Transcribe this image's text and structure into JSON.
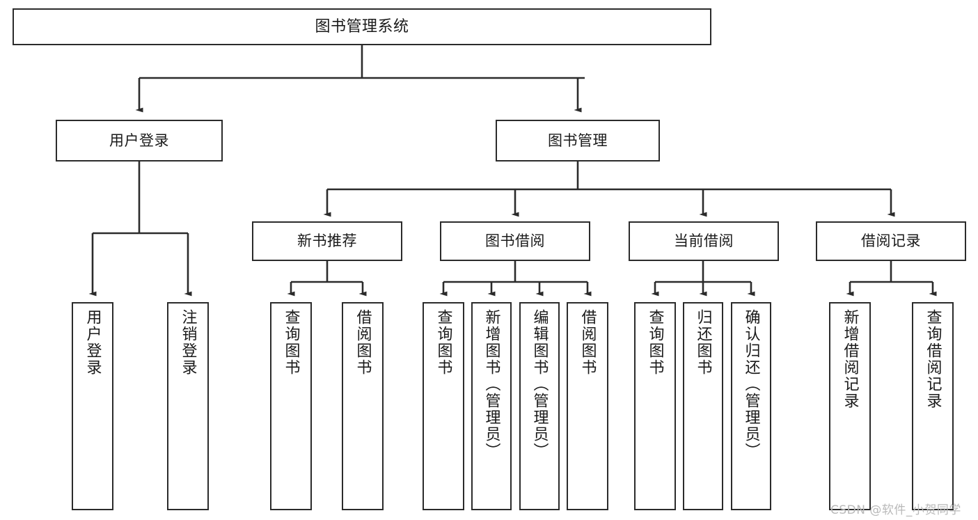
{
  "diagram": {
    "type": "tree-hierarchy-chart",
    "title": "图书管理系统",
    "orientation": "top-down",
    "colors": {
      "stroke": "#2b2b2b",
      "fill": "#ffffff",
      "text": "#1a1a1a",
      "watermark": "#b9b9b9"
    },
    "watermark": "CSDN @软件_小贺同学"
  },
  "nodes": {
    "root": {
      "label": "图书管理系统"
    },
    "level1": [
      {
        "id": "user-login",
        "label": "用户登录"
      },
      {
        "id": "book-management",
        "label": "图书管理"
      }
    ],
    "level2": [
      {
        "id": "new-book-recommend",
        "label": "新书推荐"
      },
      {
        "id": "book-borrow",
        "label": "图书借阅"
      },
      {
        "id": "current-borrow",
        "label": "当前借阅"
      },
      {
        "id": "borrow-record",
        "label": "借阅记录"
      }
    ],
    "leaves": {
      "user-login": [
        {
          "id": "leaf-user-login",
          "label": "用户登录"
        },
        {
          "id": "leaf-logout-login",
          "label": "注销登录"
        }
      ],
      "new-book-recommend": [
        {
          "id": "leaf-query-book-1",
          "label": "查询图书"
        },
        {
          "id": "leaf-borrow-book-1",
          "label": "借阅图书"
        }
      ],
      "book-borrow": [
        {
          "id": "leaf-query-book-2",
          "label": "查询图书"
        },
        {
          "id": "leaf-add-book",
          "label": "新增图书（管理员）"
        },
        {
          "id": "leaf-edit-book",
          "label": "编辑图书（管理员）"
        },
        {
          "id": "leaf-borrow-book-2",
          "label": "借阅图书"
        }
      ],
      "current-borrow": [
        {
          "id": "leaf-query-book-3",
          "label": "查询图书"
        },
        {
          "id": "leaf-return-book",
          "label": "归还图书"
        },
        {
          "id": "leaf-confirm-return",
          "label": "确认归还（管理员）"
        }
      ],
      "borrow-record": [
        {
          "id": "leaf-add-borrow-record",
          "label": "新增借阅记录"
        },
        {
          "id": "leaf-query-borrow-record",
          "label": "查询借阅记录"
        }
      ]
    }
  }
}
